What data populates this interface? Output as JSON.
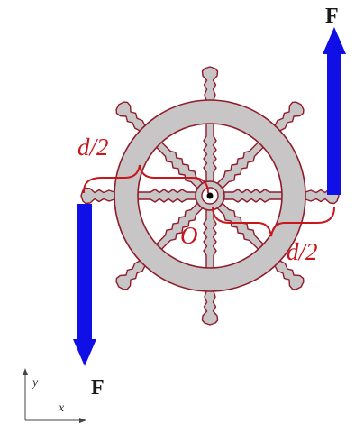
{
  "diagram": {
    "force_top_label": "F",
    "force_bottom_label": "F",
    "half_dist_left_label": "d/2",
    "half_dist_right_label": "d/2",
    "center_label": "O",
    "axis_y_label": "y",
    "axis_x_label": "x"
  },
  "colors": {
    "wheel": "#c7c5c6",
    "wheel_outline": "#8f1b2b",
    "force_arrow": "#1010e6",
    "annotation": "#c8161d"
  },
  "icons": {
    "wheel": "ship-wheel-icon",
    "force": "arrow-icon",
    "axes": "coordinate-axes-icon"
  }
}
